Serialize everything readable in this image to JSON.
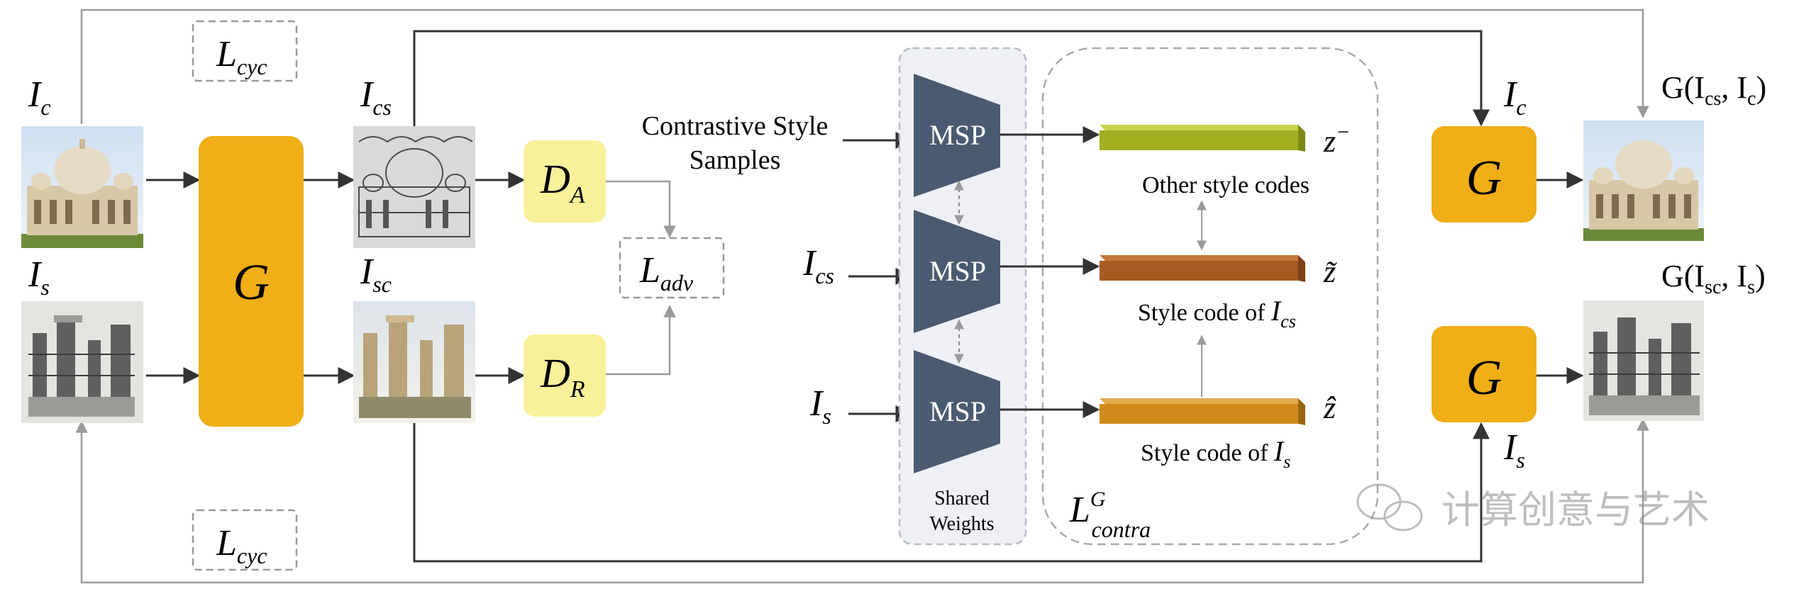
{
  "labels": {
    "lcyc_top": {
      "main": "L",
      "sub": "cyc"
    },
    "lcyc_bottom": {
      "main": "L",
      "sub": "cyc"
    },
    "ic_left": {
      "main": "I",
      "sub": "c"
    },
    "is_left": {
      "main": "I",
      "sub": "s"
    },
    "ics_mid": {
      "main": "I",
      "sub": "cs"
    },
    "isc_mid": {
      "main": "I",
      "sub": "sc"
    },
    "ladv": {
      "main": "L",
      "sub": "adv"
    },
    "ics_msp": {
      "main": "I",
      "sub": "cs"
    },
    "is_msp": {
      "main": "I",
      "sub": "s"
    },
    "ic_right": {
      "main": "I",
      "sub": "c"
    },
    "is_right": {
      "main": "I",
      "sub": "s"
    },
    "lcontra": {
      "main": "L",
      "sup": "G",
      "sub": "contra"
    },
    "style_code_ics": {
      "text": "Style code of ",
      "main": "I",
      "sub": "cs"
    },
    "style_code_is": {
      "text": "Style code of ",
      "main": "I",
      "sub": "s"
    }
  },
  "blocks": {
    "generator_main": "G",
    "generator_right_top": "G",
    "generator_right_bottom": "G",
    "discriminator_a": {
      "main": "D",
      "sub": "A"
    },
    "discriminator_r": {
      "main": "D",
      "sub": "R"
    },
    "msp_1": "MSP",
    "msp_2": "MSP",
    "msp_3": "MSP"
  },
  "texts": {
    "contrastive_line1": "Contrastive Style",
    "contrastive_line2": "Samples",
    "other_style_codes": "Other style codes",
    "shared_line1": "Shared",
    "shared_line2": "Weights",
    "z_minus": "z",
    "z_minus_sup": "−",
    "z_tilde": "z̃",
    "z_hat": "ẑ",
    "out_top": "G(I",
    "out_top_sub1": "cs",
    "out_top_mid": ", I",
    "out_top_sub2": "c",
    "out_top_end": ")",
    "out_bottom": "G(I",
    "out_bottom_sub1": "sc",
    "out_bottom_mid": ", I",
    "out_bottom_sub2": "s",
    "out_bottom_end": ")",
    "watermark": "计算创意与艺术"
  },
  "colors": {
    "generator": "#F0AE17",
    "discriminator": "#F8F19A",
    "msp": "#4A5A70",
    "shared_panel": "#EEF0F6",
    "code_neg": "#A2AE1F",
    "code_tilde": "#A65A22",
    "code_hat": "#CF8A19",
    "line": "#333333",
    "grey_line": "#9A9A9A"
  }
}
